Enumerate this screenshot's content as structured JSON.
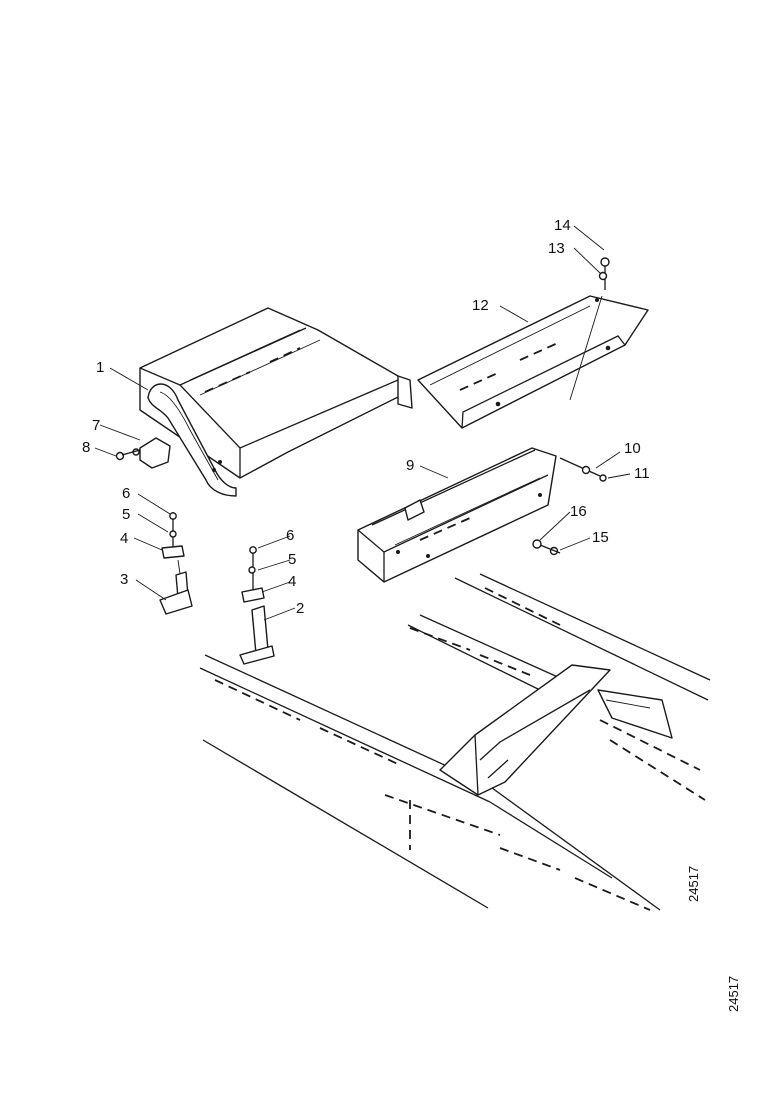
{
  "diagram": {
    "callouts": [
      "1",
      "2",
      "3",
      "4",
      "5",
      "6",
      "7",
      "8",
      "9",
      "10",
      "11",
      "12",
      "13",
      "14",
      "15",
      "16"
    ],
    "reference_numbers": [
      "24517",
      "24517"
    ]
  }
}
